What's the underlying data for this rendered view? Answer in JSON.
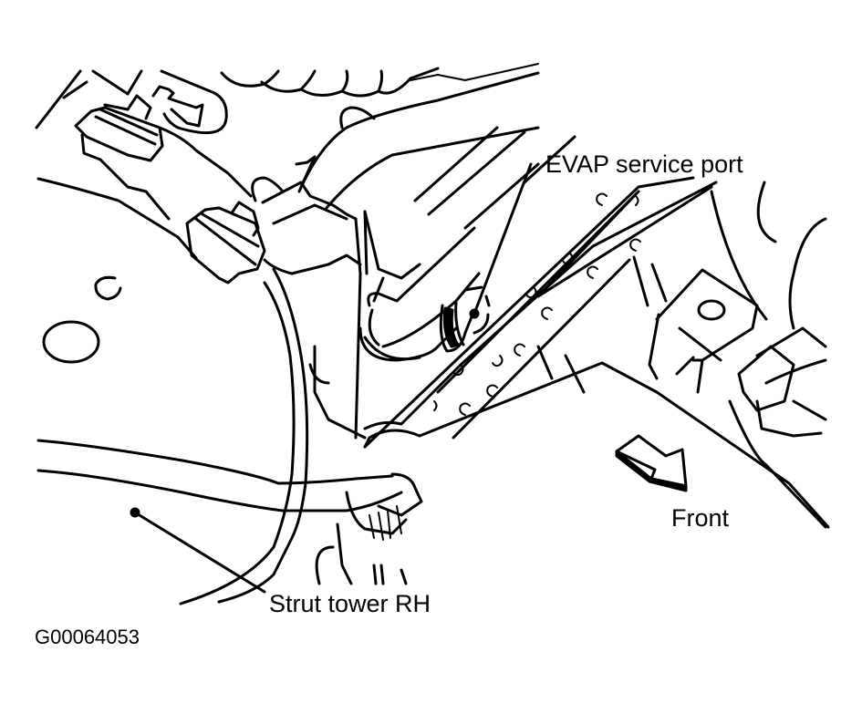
{
  "diagram": {
    "subject": "EVAP service port location, engine compartment right side",
    "callouts": {
      "evap_service_port": "EVAP service port",
      "strut_tower": "Strut tower RH",
      "direction": "Front"
    },
    "figure_code": "G00064053",
    "colors": {
      "ink": "#000000",
      "background": "#ffffff"
    }
  }
}
